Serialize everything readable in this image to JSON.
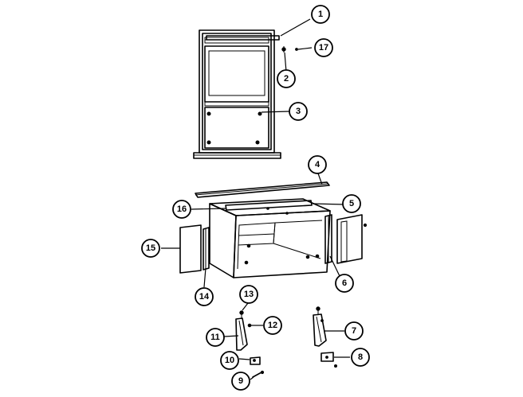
{
  "diagram": {
    "callouts": [
      {
        "id": "c1",
        "label": "1"
      },
      {
        "id": "c17",
        "label": "17"
      },
      {
        "id": "c2",
        "label": "2"
      },
      {
        "id": "c3",
        "label": "3"
      },
      {
        "id": "c4",
        "label": "4"
      },
      {
        "id": "c5",
        "label": "5"
      },
      {
        "id": "c16",
        "label": "16"
      },
      {
        "id": "c15",
        "label": "15"
      },
      {
        "id": "c6",
        "label": "6"
      },
      {
        "id": "c14",
        "label": "14"
      },
      {
        "id": "c13",
        "label": "13"
      },
      {
        "id": "c12",
        "label": "12"
      },
      {
        "id": "c7",
        "label": "7"
      },
      {
        "id": "c11",
        "label": "11"
      },
      {
        "id": "c10",
        "label": "10"
      },
      {
        "id": "c8",
        "label": "8"
      },
      {
        "id": "c9",
        "label": "9"
      }
    ]
  }
}
